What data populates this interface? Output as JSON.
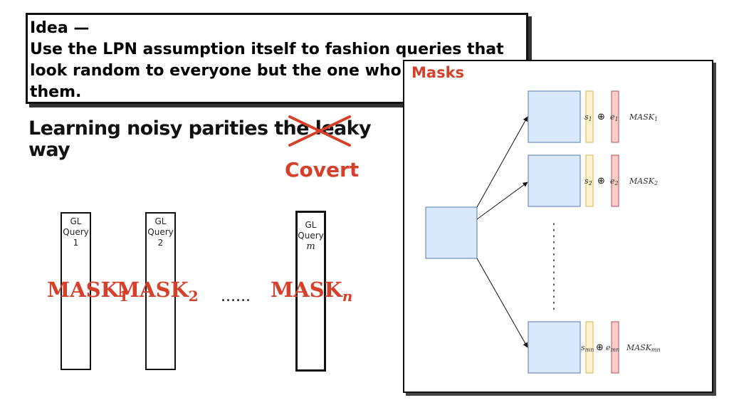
{
  "idea": {
    "title": "Idea —",
    "lines": [
      "Use the LPN assumption itself to fashion queries that",
      "look random to everyone but the one who generates",
      "them."
    ]
  },
  "heading": {
    "line1": "Learning noisy parities the leaky",
    "line2": "way"
  },
  "covert": "Covert",
  "gl_queries": [
    {
      "l1": "GL",
      "l2": "Query",
      "l3": "1"
    },
    {
      "l1": "GL",
      "l2": "Query",
      "l3": "2"
    },
    {
      "l1": "GL",
      "l2": "Query",
      "l3": "m"
    }
  ],
  "mask_labels": [
    {
      "main": "MASK",
      "sub": "1"
    },
    {
      "main": "MASK",
      "sub": "2"
    },
    {
      "main": "MASK",
      "sub": "n"
    }
  ],
  "ellipsis": "......",
  "masks_panel": {
    "title": "Masks",
    "rows": [
      {
        "s": "s",
        "s_sub": "1",
        "e": "e",
        "e_sub": "1",
        "plus": "⊕",
        "mask": "MASK",
        "mask_sub": "1"
      },
      {
        "s": "s",
        "s_sub": "2",
        "e": "e",
        "e_sub": "2",
        "plus": "⊕",
        "mask": "MASK",
        "mask_sub": "2"
      },
      {
        "s": "s",
        "s_sub": "mn",
        "e": "e",
        "e_sub": "mn",
        "plus": "⊕",
        "mask": "MASK",
        "mask_sub": "mn"
      }
    ]
  },
  "colors": {
    "accent_red": "#d6402a",
    "box_fill": "#dae8fc",
    "box_stroke": "#6c8ebf",
    "s_fill": "#fff2cc",
    "s_stroke": "#d6b656",
    "e_fill": "#f8cecc",
    "e_stroke": "#b85450"
  }
}
